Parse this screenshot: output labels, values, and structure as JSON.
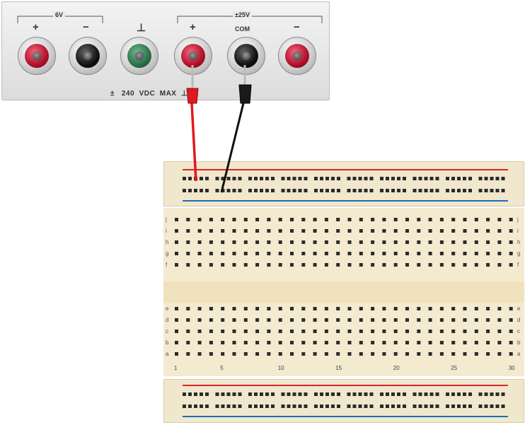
{
  "power_supply": {
    "group_6v_label": "6V",
    "group_25v_label": "±25V",
    "sign_plus": "+",
    "sign_minus": "−",
    "ground_symbol": "⊥",
    "com_label": "COM",
    "bottom_text": "±   240  VDC  MAX  ⊥  ⊥"
  },
  "breadboard": {
    "row_letters_top": [
      "j",
      "i",
      "h",
      "g",
      "f"
    ],
    "row_letters_bottom": [
      "e",
      "d",
      "c",
      "b",
      "a"
    ],
    "column_numbers": [
      "1",
      "5",
      "10",
      "15",
      "20",
      "25",
      "30"
    ]
  },
  "wires": {
    "positive_color": "#e0191f",
    "common_color": "#111111"
  },
  "colors": {
    "rail_red_line": "#d9242b",
    "rail_blue_line": "#1b6fb8",
    "post_red": "#b0102a",
    "post_black": "#111111",
    "post_green": "#2d6e4b"
  }
}
